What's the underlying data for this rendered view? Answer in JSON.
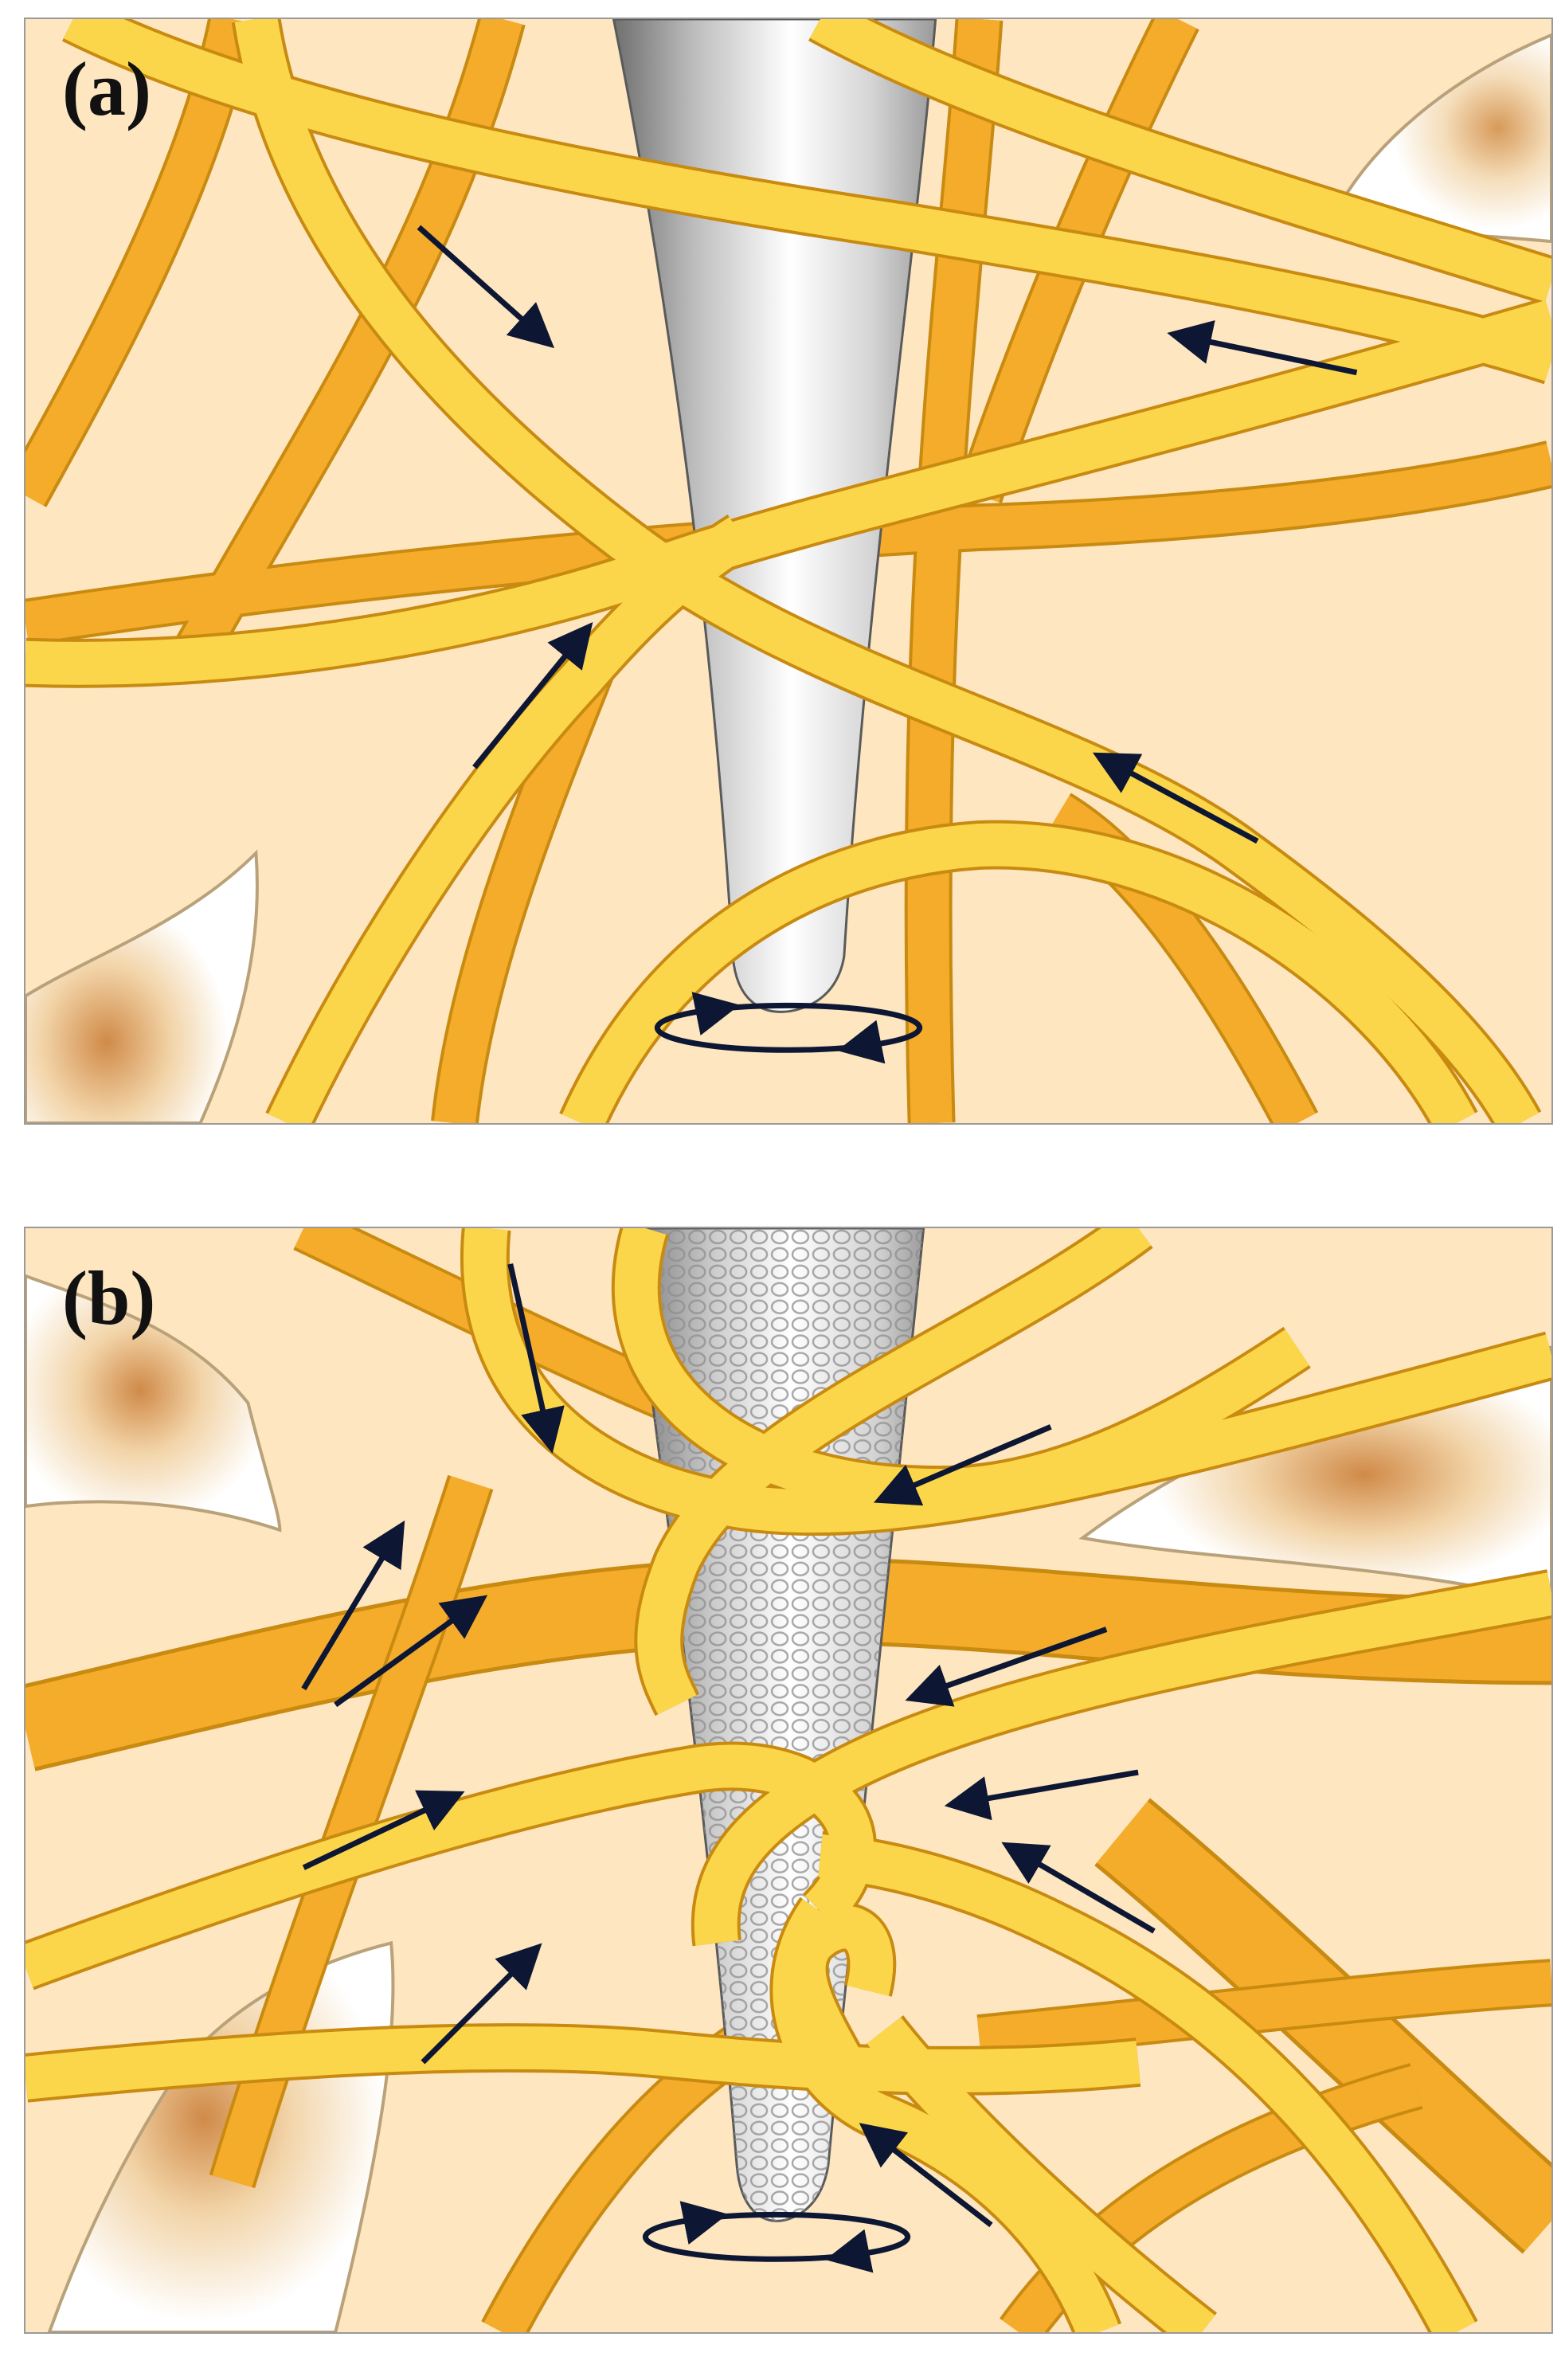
{
  "figure": {
    "panels": [
      {
        "label": "(a)",
        "surface": "smooth"
      },
      {
        "label": "(b)",
        "surface": "textured"
      }
    ],
    "colors": {
      "background": "#fde6c0",
      "fiber_light": "#fcd64a",
      "fiber_dark": "#f4ac2a",
      "fiber_edge": "#c88a10",
      "arrow": "#0d1733",
      "needle": "#c8c8c8",
      "cell": "#ffffff",
      "nucleus": "#d79a5a"
    },
    "icons": [
      "needle-icon",
      "rotation-arrow-icon",
      "fiber-flow-arrow-icon",
      "cell-icon"
    ]
  }
}
